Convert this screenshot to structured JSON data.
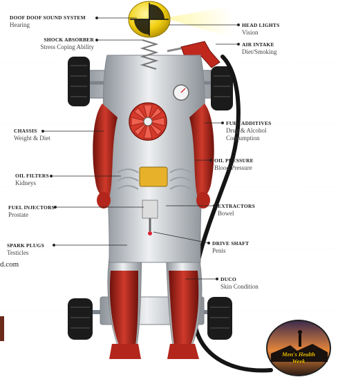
{
  "labels": {
    "doof_doof": {
      "title": "DOOF DOOF SOUND SYSTEM",
      "sub": "Hearing"
    },
    "shock_absorber": {
      "title": "SHOCK ABSORBER",
      "sub": "Stress Coping Ability"
    },
    "chassis": {
      "title": "CHASSIS",
      "sub": "Weight & Diet"
    },
    "oil_filters": {
      "title": "OIL FILTERS",
      "sub": "Kidneys"
    },
    "fuel_injectors": {
      "title": "FUEL INJECTORS",
      "sub": "Prostate"
    },
    "spark_plugs": {
      "title": "SPARK PLUGS",
      "sub": "Testicles"
    },
    "head_lights": {
      "title": "HEAD LIGHTS",
      "sub": "Vision"
    },
    "air_intake": {
      "title": "AIR INTAKE",
      "sub": "Diet/Smoking"
    },
    "fuel_additives": {
      "title": "FUEL ADDITIVES",
      "sub1": "Drug & Alcohol",
      "sub2": "Consumption"
    },
    "oil_pressure": {
      "title": "OIL PRESSURE",
      "sub": "Blood Pressure"
    },
    "extractors": {
      "title": "EXTRACTORS",
      "sub": "Bowel"
    },
    "drive_shaft": {
      "title": "DRIVE SHAFT",
      "sub": "Penis"
    },
    "duco": {
      "title": "DUCO",
      "sub": "Skin Condition"
    }
  },
  "fragment_text": "d.com",
  "badge": {
    "line1": "Men's Health",
    "line2": "Week"
  },
  "colors": {
    "body_red": "#b3261c",
    "chrome": "#cfd3d8",
    "helmet": "#f2d21a",
    "tyre": "#1b1b1b",
    "badge_sky": "#e7873a"
  }
}
